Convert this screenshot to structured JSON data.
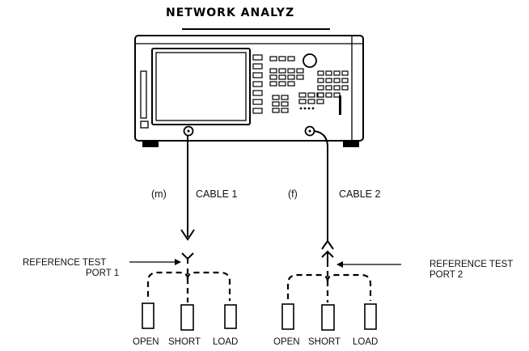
{
  "title": "NETWORK ANALYZ",
  "left": {
    "cable_gender": "(m)",
    "cable_label": "CABLE  1",
    "ref_label_line1": "REFERENCE TEST",
    "ref_label_line2": "PORT 1",
    "standards": [
      "OPEN",
      "SHORT",
      "LOAD"
    ]
  },
  "right": {
    "cable_gender": "(f)",
    "cable_label": "CABLE  2",
    "ref_label_line1": "REFERENCE TEST",
    "ref_label_line2": "PORT 2",
    "standards": [
      "OPEN",
      "SHORT",
      "LOAD"
    ]
  }
}
